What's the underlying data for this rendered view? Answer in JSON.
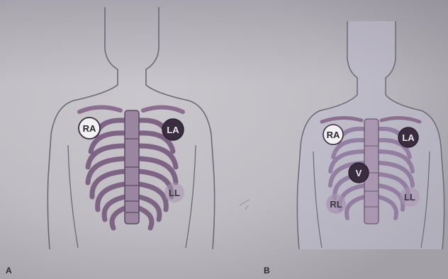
{
  "panels": [
    {
      "label": "A",
      "electrodes": [
        {
          "id": "ra",
          "label": "RA"
        },
        {
          "id": "la",
          "label": "LA"
        },
        {
          "id": "ll",
          "label": "LL"
        }
      ]
    },
    {
      "label": "B",
      "electrodes": [
        {
          "id": "ra",
          "label": "RA"
        },
        {
          "id": "la",
          "label": "LA"
        },
        {
          "id": "v",
          "label": "V"
        },
        {
          "id": "rl",
          "label": "RL"
        },
        {
          "id": "ll",
          "label": "LL"
        }
      ]
    }
  ],
  "colors": {
    "background": "#c9c7cc",
    "outline": "#6c6a74",
    "rib": "#8a6f8e",
    "rib_dark": "#5c4a62",
    "dark_electrode": "#3a2d40",
    "light_electrode": "#f2f0f3",
    "muted_electrode": "#a793b1",
    "panel_b_body": "#bfbcd0"
  }
}
